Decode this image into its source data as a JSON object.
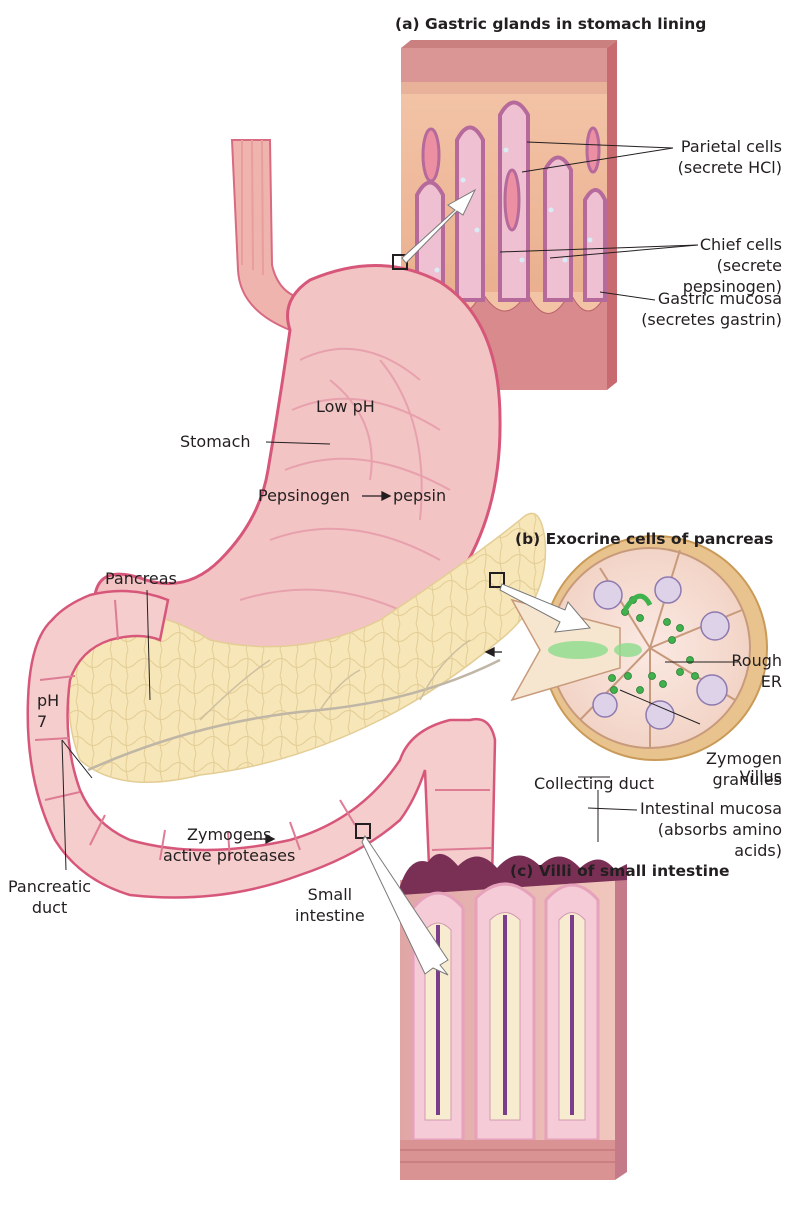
{
  "panels": {
    "a": "(a)  Gastric glands in stomach lining",
    "b": "(b)  Exocrine cells of pancreas",
    "c": "(c)  Villi of small intestine"
  },
  "labels": {
    "parietal": [
      "Parietal cells",
      "(secrete HCl)"
    ],
    "chief": [
      "Chief cells",
      "(secrete",
      "pepsinogen)"
    ],
    "gastric_mucosa": [
      "Gastric mucosa",
      "(secretes gastrin)"
    ],
    "low_ph": "Low pH",
    "stomach": "Stomach",
    "pepsinogen": "Pepsinogen",
    "pepsin": "pepsin",
    "pancreas": "Pancreas",
    "ph7": [
      "pH",
      "7"
    ],
    "rough_er": [
      "Rough",
      "ER"
    ],
    "zymogen_granules": [
      "Zymogen",
      "granules"
    ],
    "collecting_duct": "Collecting duct",
    "zymogens": [
      "Zymogens",
      "active proteases"
    ],
    "pancreatic_duct": [
      "Pancreatic",
      "duct"
    ],
    "small_intestine": [
      "Small",
      "intestine"
    ],
    "villus": "Villus",
    "intestinal_mucosa": [
      "Intestinal mucosa",
      "(absorbs amino",
      "acids)"
    ]
  }
}
